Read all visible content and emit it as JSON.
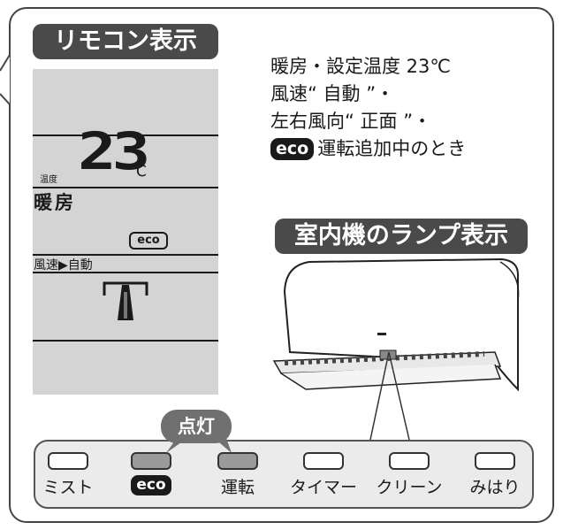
{
  "remote_label": "リモコン表示",
  "lamp_label": "室内機のランプ表示",
  "description": {
    "line1": "暖房・設定温度 23℃",
    "line2": "風速“ 自動 ”・",
    "line3": "左右風向“ 正面 ”・",
    "line4_eco": "eco",
    "line4": "運転追加中のとき"
  },
  "lcd": {
    "temp_label": "温度",
    "temperature": "23",
    "unit": "℃",
    "mode": "暖房",
    "eco": "eco",
    "fan": "風速▶自動"
  },
  "callout": "点灯",
  "lamps": [
    {
      "label": "ミスト",
      "on": false
    },
    {
      "label": "eco",
      "on": true
    },
    {
      "label": "運転",
      "on": true
    },
    {
      "label": "タイマー",
      "on": false
    },
    {
      "label": "クリーン",
      "on": false
    },
    {
      "label": "みはり",
      "on": false
    }
  ],
  "colors": {
    "tag_bg": "#4a4a4a",
    "lcd_bg": "#d4d4d4",
    "lamp_on": "#9a9a9a",
    "callout_bg": "#707070"
  }
}
